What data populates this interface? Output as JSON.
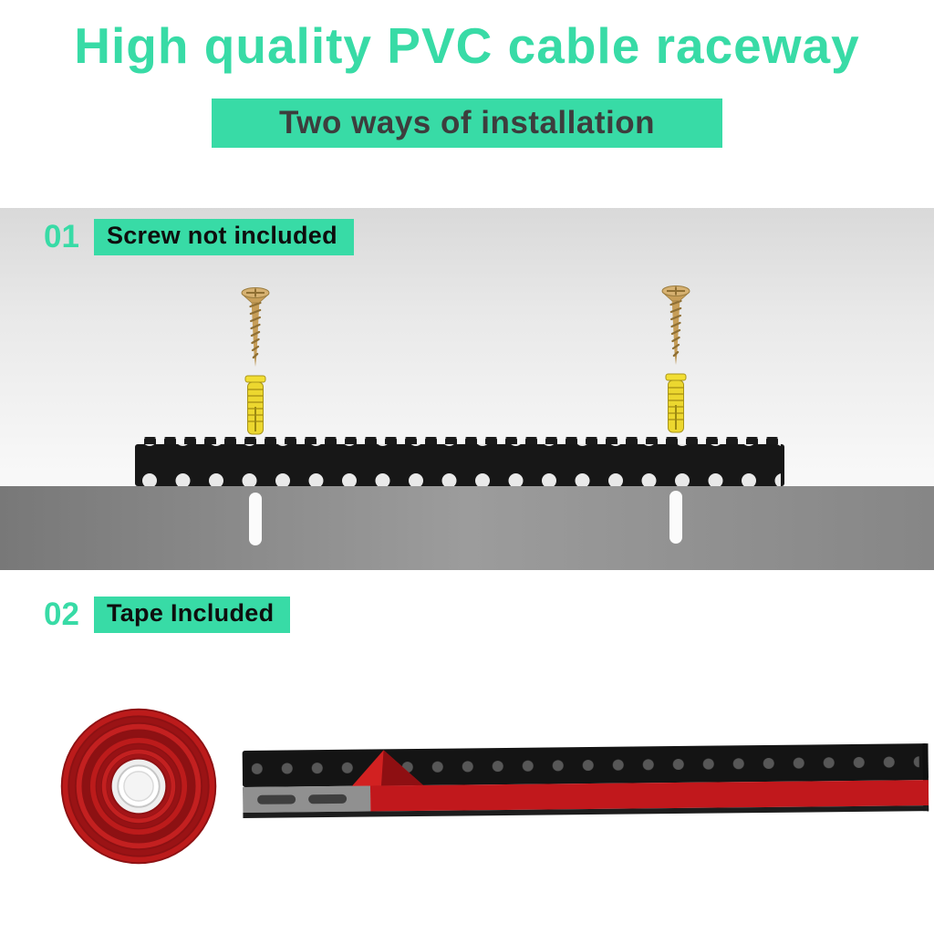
{
  "title": "High quality PVC cable raceway",
  "banner": {
    "text": "Two ways of installation"
  },
  "steps": [
    {
      "number": "01",
      "label": "Screw not included"
    },
    {
      "number": "02",
      "label": "Tape Included"
    }
  ],
  "colors": {
    "accent": "#38dba6",
    "banner_text": "#3d3d3d",
    "step_label_text": "#0e0e0e",
    "raceway_black": "#161616",
    "wall_gray": "#8c8c8c",
    "tape_red": "#c1181c",
    "screw_gold": "#c79e58",
    "anchor_yellow": "#ecd72f"
  },
  "icons": {
    "screw": "screw-icon",
    "wall_anchor": "wall-anchor-icon",
    "tape_roll": "tape-roll-icon",
    "raceway": "cable-raceway-icon"
  }
}
